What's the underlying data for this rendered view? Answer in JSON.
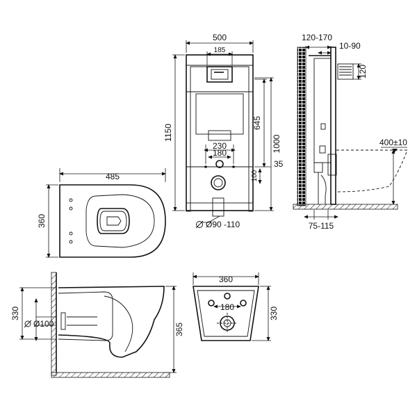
{
  "frame": {
    "width": "500",
    "button_plate": "185",
    "height": "1150",
    "height_inner": "1000",
    "height_mid": "645",
    "bolt_span": "230",
    "bolt_inner": "180",
    "small_offset": "35",
    "small_height": "100",
    "outlet": "Ø90 -110"
  },
  "side": {
    "depth": "120-170",
    "inner": "10-90",
    "inlet": "120",
    "bottom": "75-115",
    "level": "400±10"
  },
  "bowl_top": {
    "length": "485",
    "width": "360"
  },
  "bowl_side": {
    "height": "330",
    "pipe": "Ø100",
    "total": "365"
  },
  "bowl_back": {
    "width": "360",
    "bolts": "180",
    "height": "330"
  }
}
